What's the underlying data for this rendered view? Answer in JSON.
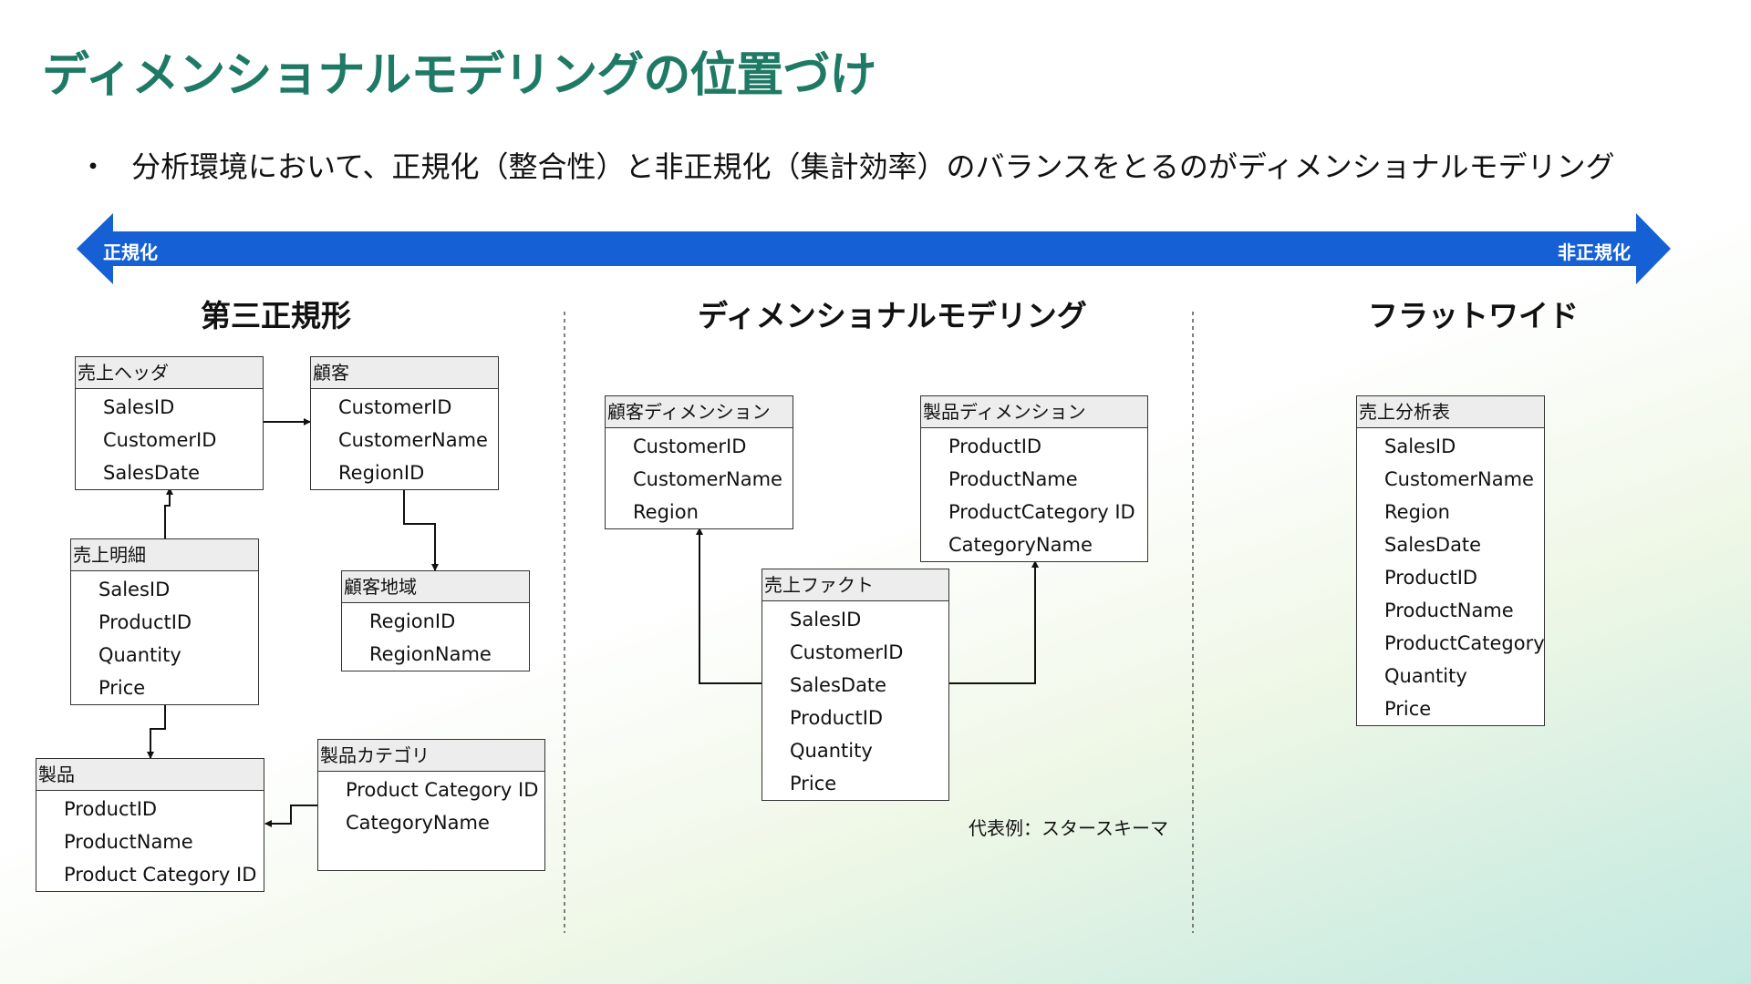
{
  "title": "ディメンショナルモデリングの位置づけ",
  "bullet": {
    "marker": "・",
    "text": "分析環境において、正規化（整合性）と非正規化（集計効率）のバランスをとるのがディメンショナルモデリング"
  },
  "spectrum": {
    "left_label": "正規化",
    "right_label": "非正規化",
    "color": "#1560d4"
  },
  "sections": {
    "normalized": {
      "heading": "第三正規形",
      "tables": {
        "sales_header": {
          "name": "売上ヘッダ",
          "fields": [
            "SalesID",
            "CustomerID",
            "SalesDate"
          ]
        },
        "customer": {
          "name": "顧客",
          "fields": [
            "CustomerID",
            "CustomerName",
            "RegionID"
          ]
        },
        "sales_detail": {
          "name": "売上明細",
          "fields": [
            "SalesID",
            "ProductID",
            "Quantity",
            "Price"
          ]
        },
        "customer_region": {
          "name": "顧客地域",
          "fields": [
            "RegionID",
            "RegionName"
          ]
        },
        "product": {
          "name": "製品",
          "fields": [
            "ProductID",
            "ProductName",
            "Product Category ID"
          ]
        },
        "product_category": {
          "name": "製品カテゴリ",
          "fields": [
            "Product Category ID",
            "CategoryName"
          ]
        }
      }
    },
    "dimensional": {
      "heading": "ディメンショナルモデリング",
      "tables": {
        "customer_dim": {
          "name": "顧客ディメンション",
          "fields": [
            "CustomerID",
            "CustomerName",
            "Region"
          ]
        },
        "product_dim": {
          "name": "製品ディメンション",
          "fields": [
            "ProductID",
            "ProductName",
            "ProductCategory ID",
            "CategoryName"
          ]
        },
        "sales_fact": {
          "name": "売上ファクト",
          "fields": [
            "SalesID",
            "CustomerID",
            "SalesDate",
            "ProductID",
            "Quantity",
            "Price"
          ]
        }
      },
      "note": "代表例：スタースキーマ"
    },
    "flatwide": {
      "heading": "フラットワイド",
      "tables": {
        "sales_analysis": {
          "name": "売上分析表",
          "fields": [
            "SalesID",
            "CustomerName",
            "Region",
            "SalesDate",
            "ProductID",
            "ProductName",
            "ProductCategory",
            "Quantity",
            "Price"
          ]
        }
      }
    }
  }
}
